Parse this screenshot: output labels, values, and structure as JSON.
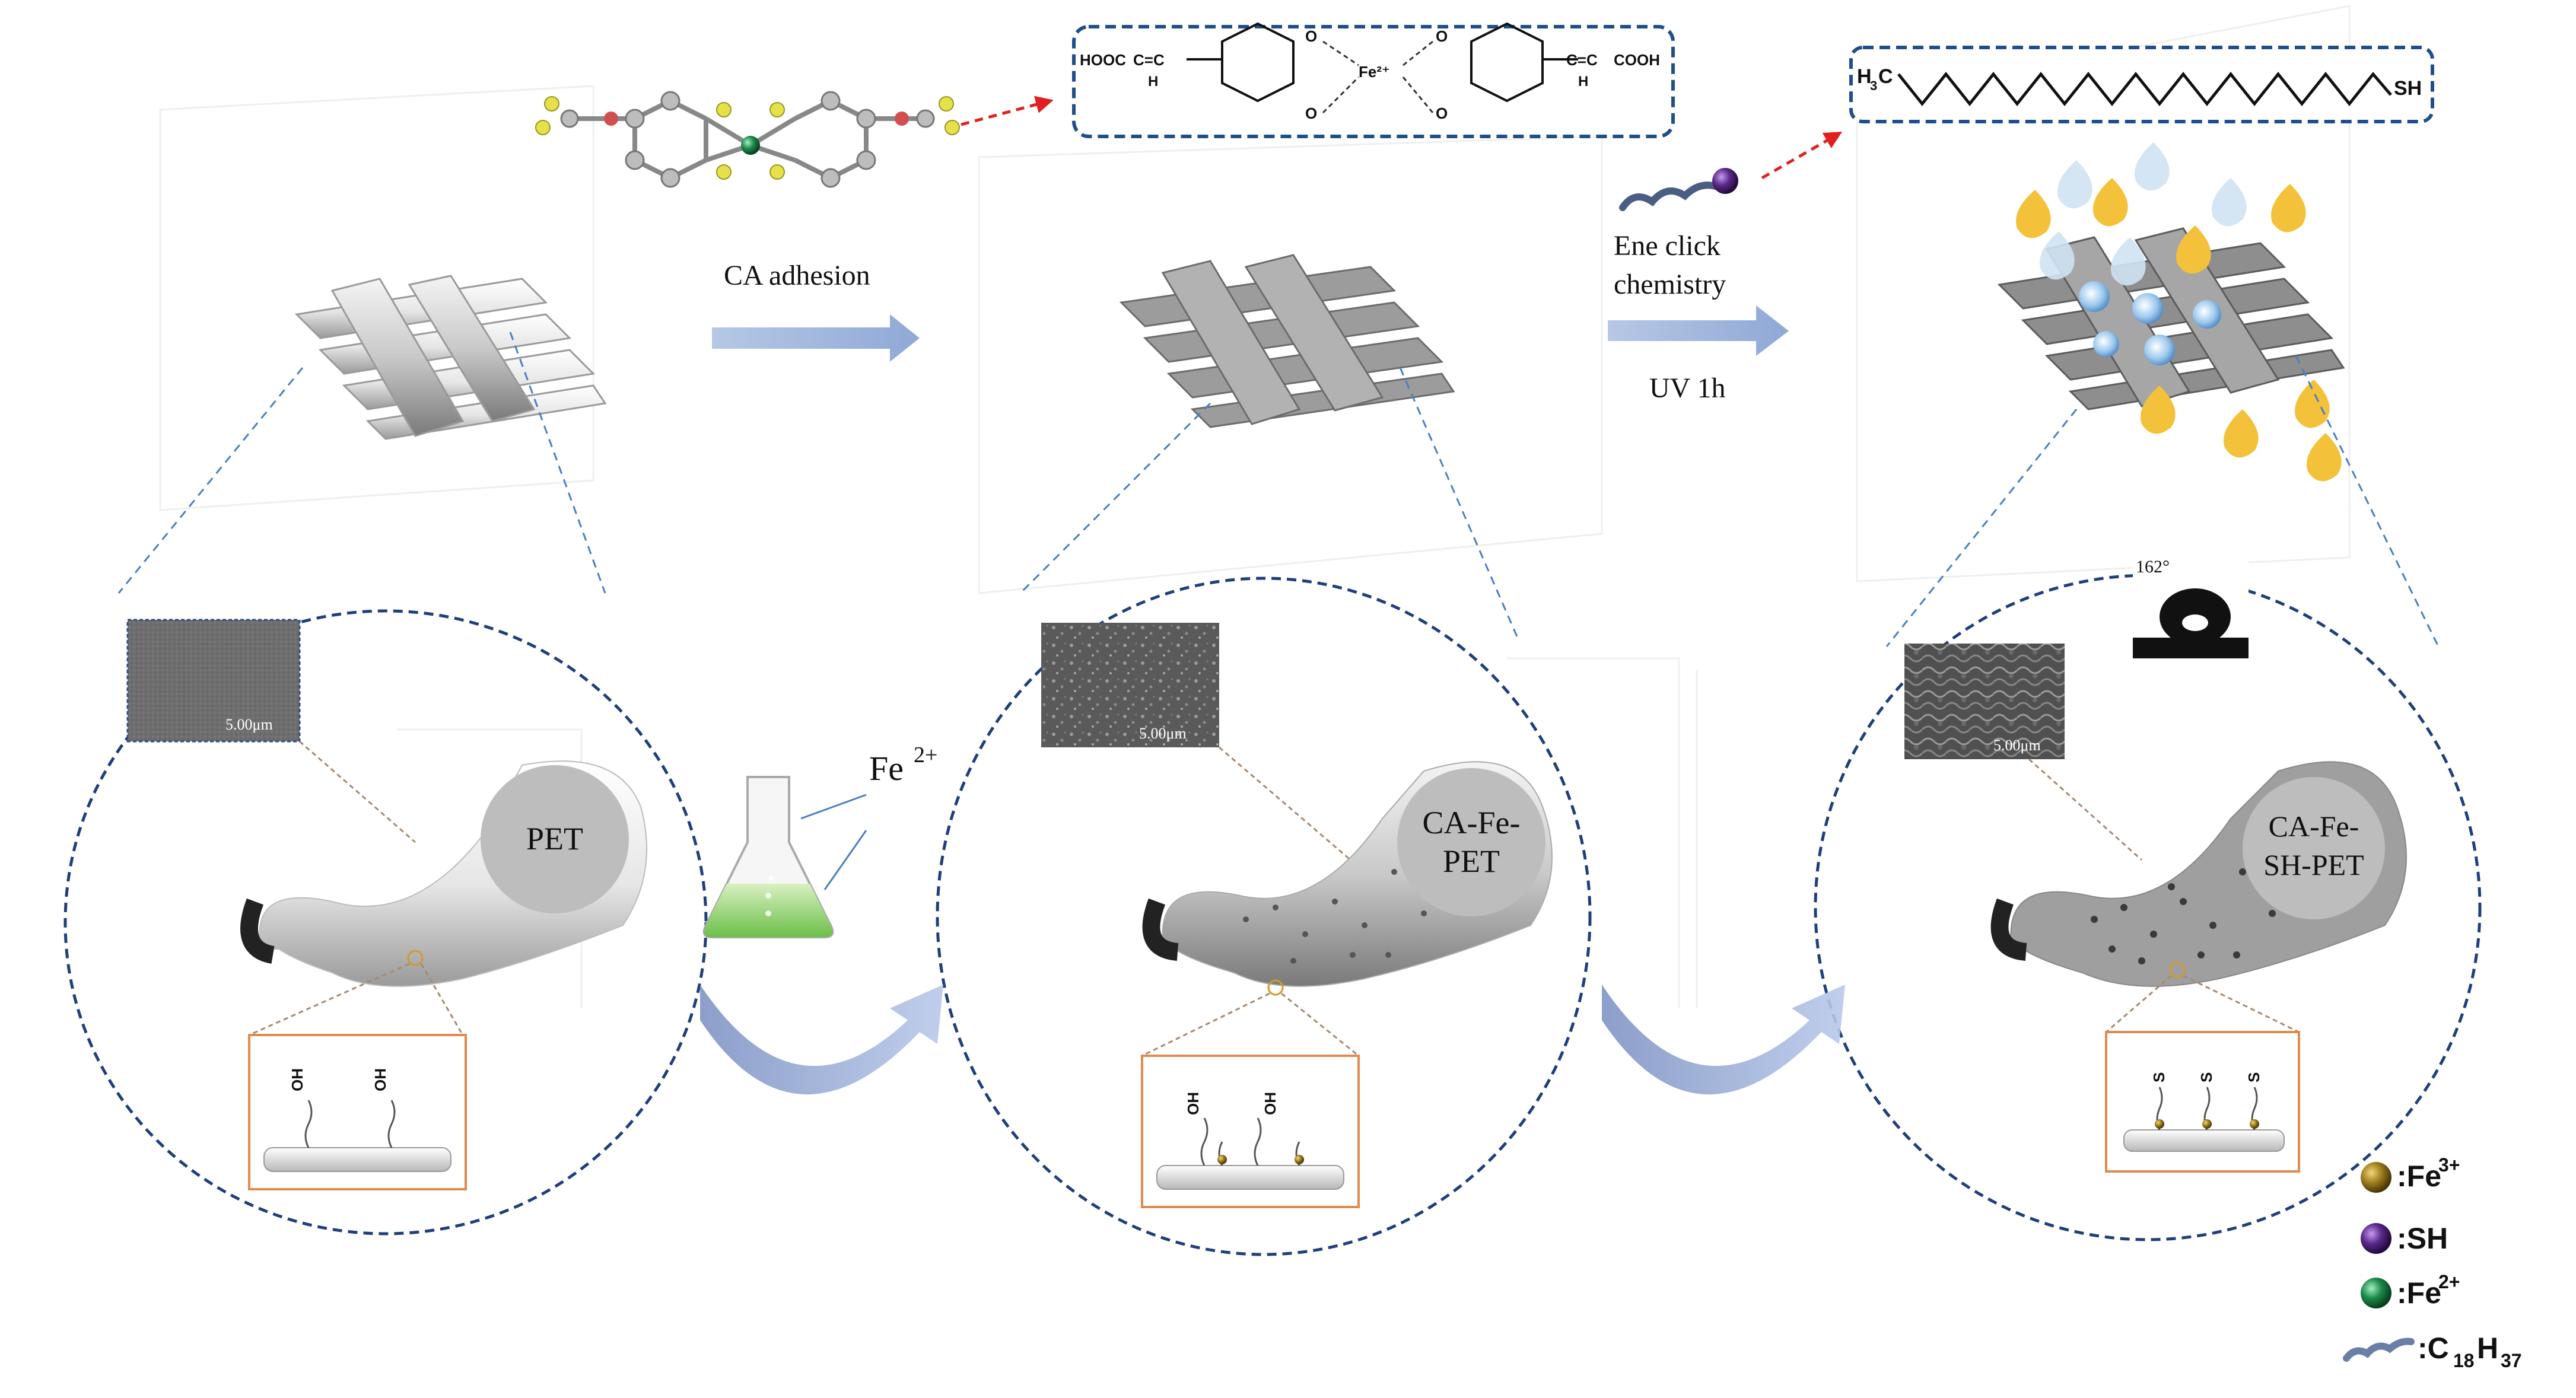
{
  "steps": {
    "step1_label": "CA adhesion",
    "step2_line1": "Ene click",
    "step2_line2": "chemistry",
    "step2_condition": "UV 1h",
    "fe_label_base": "Fe",
    "fe_label_sup": "2+"
  },
  "fibers": {
    "pet": "PET",
    "ca_fe_pet_line1": "CA-Fe-",
    "ca_fe_pet_line2": "PET",
    "ca_fe_sh_pet_line1": "CA-Fe-",
    "ca_fe_sh_pet_line2": "SH-PET"
  },
  "sem": {
    "scale_bar": "5.00μm"
  },
  "contact_angle": "162°",
  "structures": {
    "complex_left": "HOOC",
    "complex_c_eq_c": "C=C",
    "complex_h": "H",
    "complex_o": "O",
    "complex_fe": "Fe²⁺",
    "complex_right": "COOH",
    "thiol_left": "H",
    "thiol_left_sub": "3",
    "thiol_left_c": "C",
    "thiol_right": "SH"
  },
  "surface_groups": {
    "oh": "OH",
    "s": "S"
  },
  "legend": [
    {
      "label": ":Fe",
      "sup": "3+",
      "sub": "",
      "color": "#8a6a12",
      "icon": "brown-sphere"
    },
    {
      "label": ":SH",
      "sup": "",
      "sub": "",
      "color": "#5a2a8a",
      "icon": "purple-sphere"
    },
    {
      "label": ":Fe",
      "sup": "2+",
      "sub": "",
      "color": "#1f8a4a",
      "icon": "green-sphere"
    },
    {
      "label": ":C",
      "sup": "",
      "sub": "18",
      "label2": "H",
      "sub2": "37",
      "color": "#6a7fa8",
      "icon": "alkyl-chain-icon"
    }
  ]
}
